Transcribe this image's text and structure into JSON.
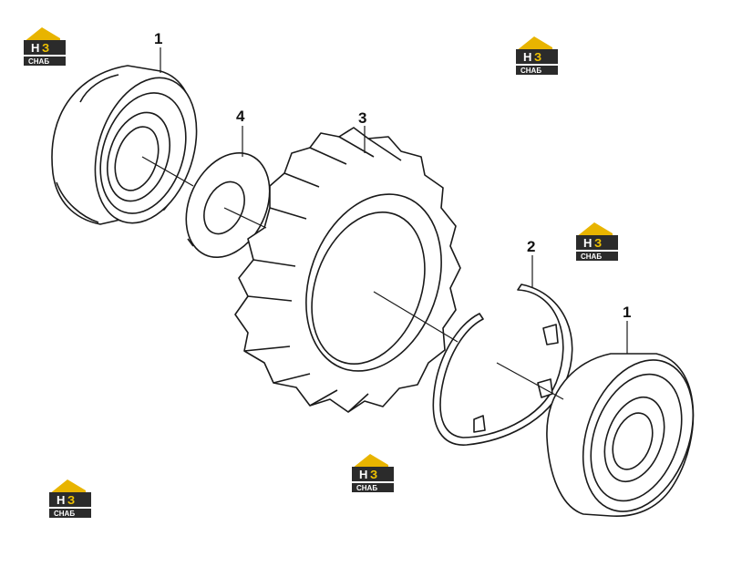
{
  "callouts": {
    "bearing_left": "1",
    "washer": "4",
    "gear": "3",
    "snap_ring": "2",
    "bearing_right": "1"
  },
  "watermark": {
    "text_top": "H3",
    "text_bottom": "CHAБ",
    "colors": {
      "roof": "#e8b400",
      "box": "#2b2b2b",
      "letters": "#ffffff",
      "highlight": "#f2c400"
    }
  },
  "colors": {
    "line": "#1a1a1a",
    "fill": "#ffffff"
  }
}
